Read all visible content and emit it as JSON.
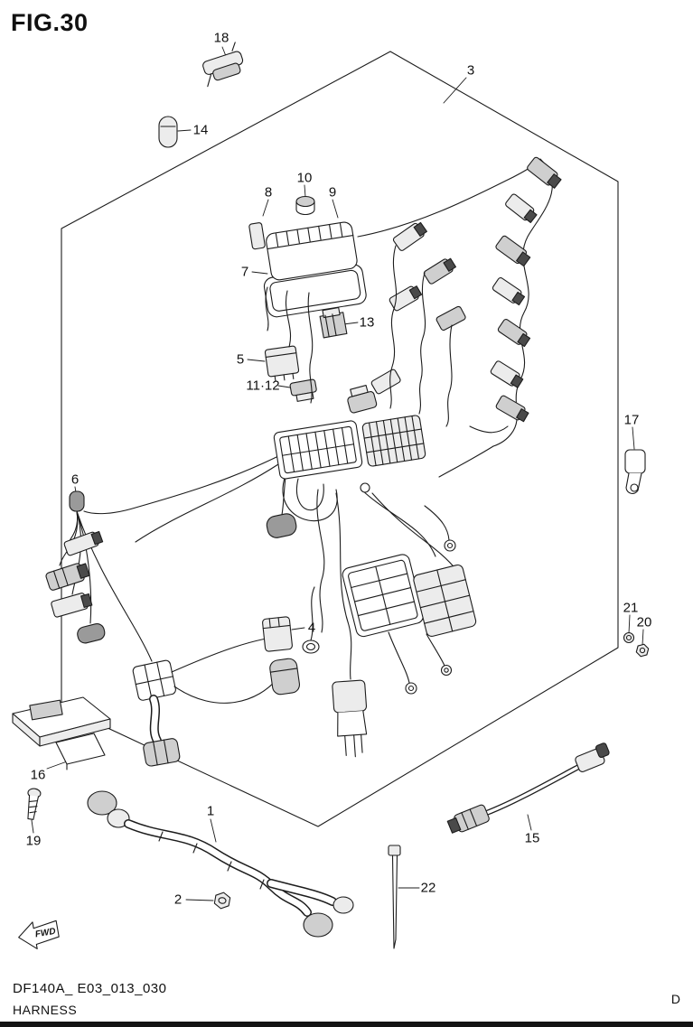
{
  "figure": {
    "title": "FIG.30",
    "drawing_code": "DF140A_ E03_013_030",
    "drawing_name": "HARNESS",
    "page_letter": "D",
    "fwd_label": "FWD"
  },
  "callouts": [
    {
      "label": "18"
    },
    {
      "label": "14"
    },
    {
      "label": "3"
    },
    {
      "label": "8"
    },
    {
      "label": "10"
    },
    {
      "label": "9"
    },
    {
      "label": "7"
    },
    {
      "label": "13"
    },
    {
      "label": "5"
    },
    {
      "label": "11·12"
    },
    {
      "label": "17"
    },
    {
      "label": "6"
    },
    {
      "label": "4"
    },
    {
      "label": "21"
    },
    {
      "label": "20"
    },
    {
      "label": "16"
    },
    {
      "label": "19"
    },
    {
      "label": "1"
    },
    {
      "label": "2"
    },
    {
      "label": "15"
    },
    {
      "label": "22"
    }
  ]
}
